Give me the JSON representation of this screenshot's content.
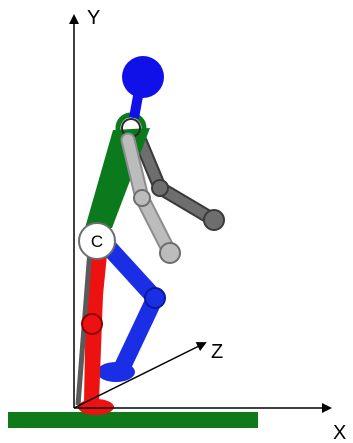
{
  "axes": {
    "y_label": "Y",
    "x_label": "X",
    "z_label": "Z"
  },
  "center_of_mass_label": "C",
  "colors": {
    "head": "#1010e8",
    "torso": "#0a7a1c",
    "back_leg": "#1a2ee6",
    "front_leg": "#ee1111",
    "arm_light": "#bcbcbc",
    "arm_dark": "#6e6e6e",
    "ground": "#0f7a1a",
    "axis": "#000000"
  }
}
